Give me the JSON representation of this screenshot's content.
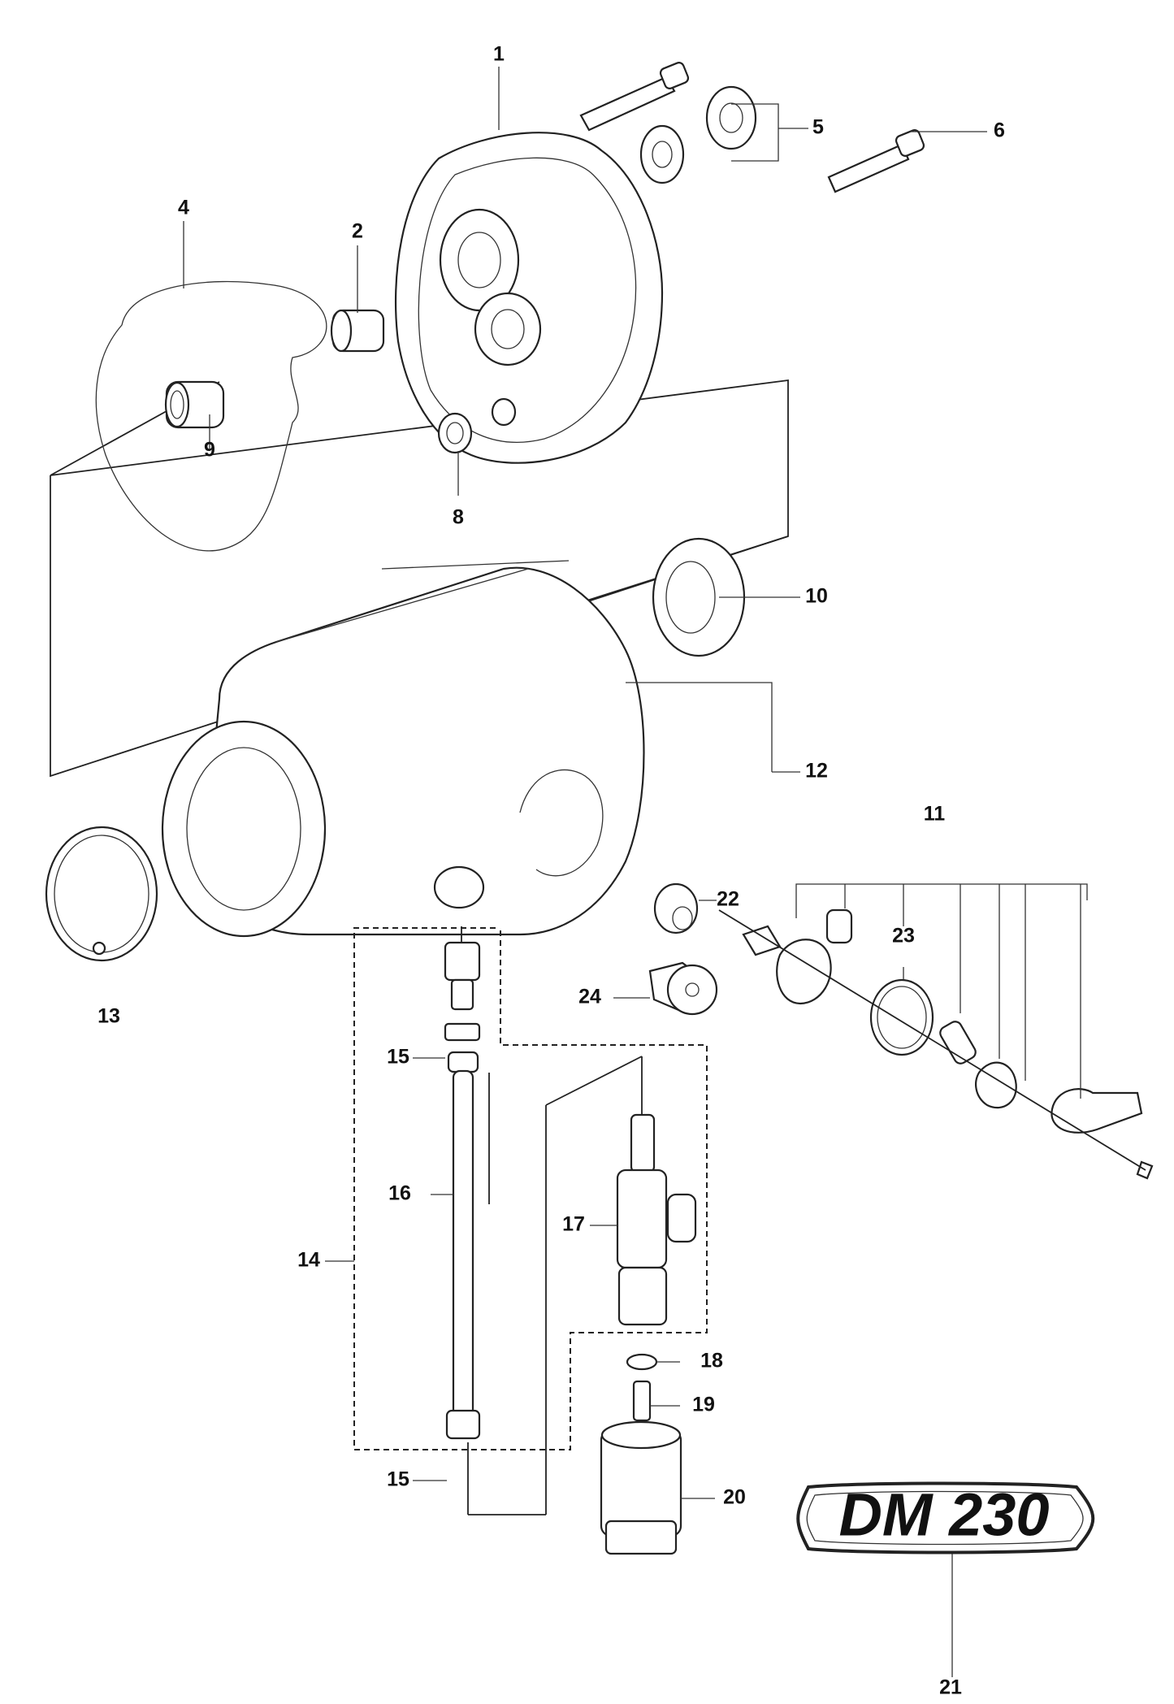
{
  "labels": {
    "p1": "1",
    "p2": "2",
    "p4": "4",
    "p5": "5",
    "p6": "6",
    "p8": "8",
    "p9": "9",
    "p10": "10",
    "p11": "11",
    "p12": "12",
    "p13": "13",
    "p14": "14",
    "p15a": "15",
    "p15b": "15",
    "p16": "16",
    "p17": "17",
    "p18": "18",
    "p19": "19",
    "p20": "20",
    "p21": "21",
    "p22": "22",
    "p23": "23",
    "p24": "24"
  },
  "logo": {
    "text": "DM 230"
  }
}
